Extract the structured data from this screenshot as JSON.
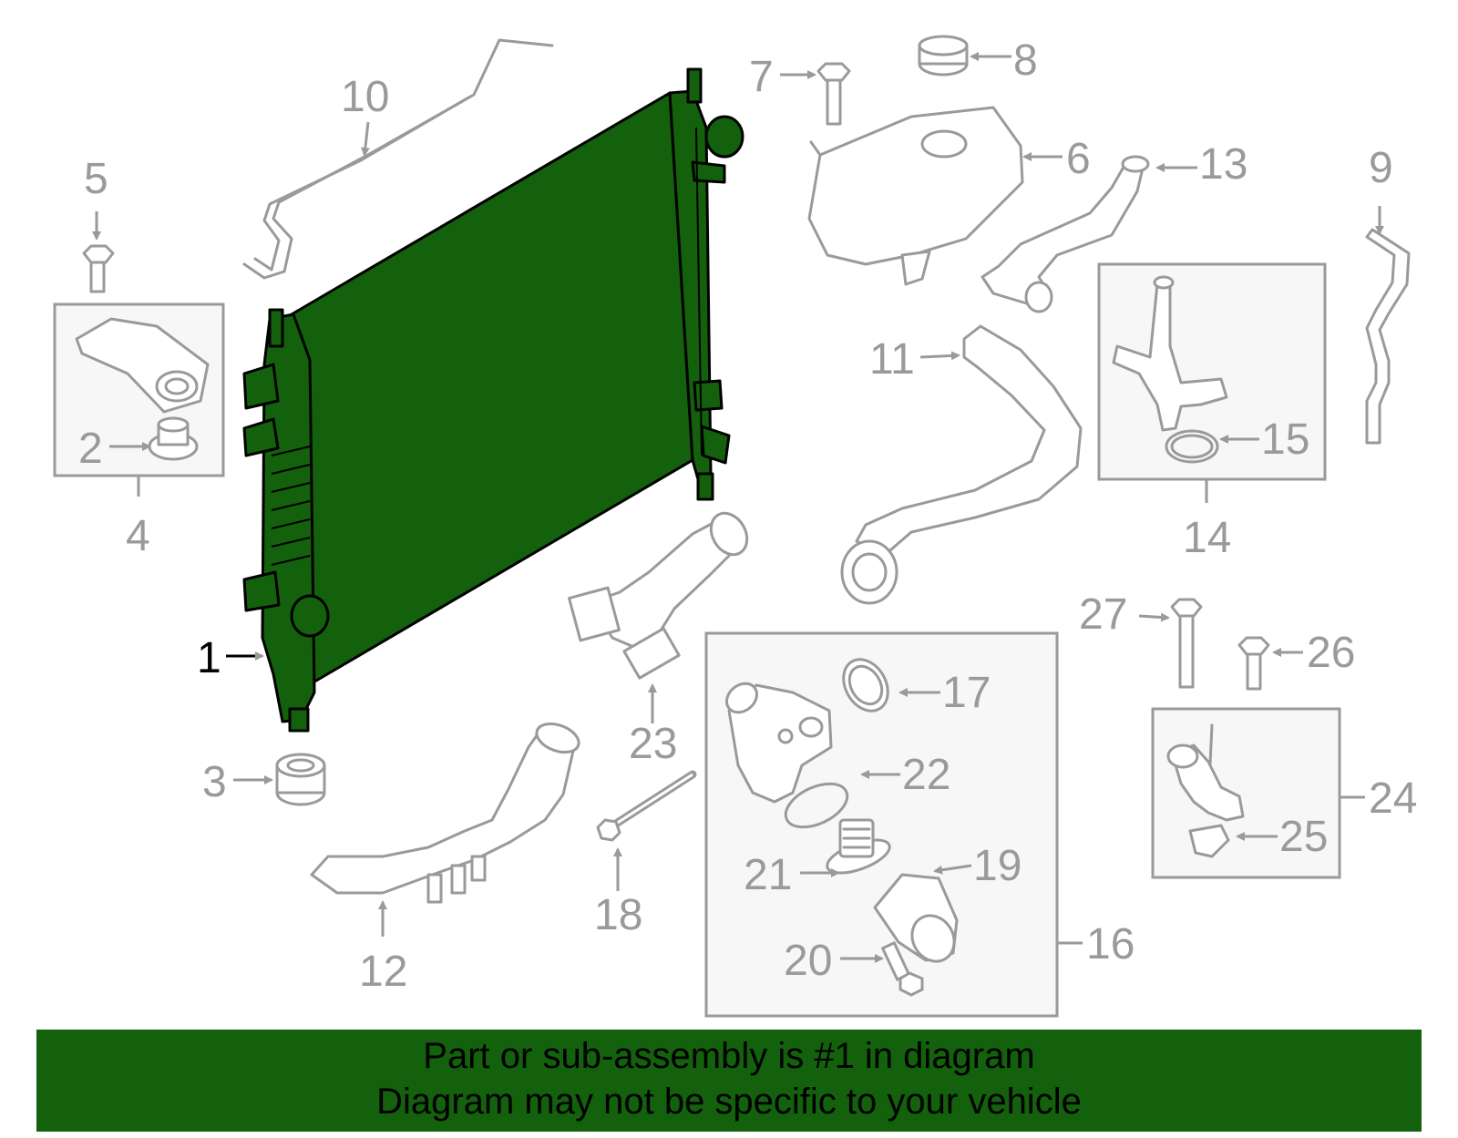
{
  "callouts": [
    "1",
    "2",
    "3",
    "4",
    "5",
    "6",
    "7",
    "8",
    "9",
    "10",
    "11",
    "12",
    "13",
    "14",
    "15",
    "16",
    "17",
    "18",
    "19",
    "20",
    "21",
    "22",
    "23",
    "24",
    "25",
    "26",
    "27"
  ],
  "highlighted_part": "1",
  "colors": {
    "highlight": "#13610c",
    "part_outline": "#9a9a9a",
    "box_fill": "#f7f7f7"
  },
  "banner": {
    "line1": "Part or sub-assembly is #1 in diagram",
    "line2": "Diagram may not be specific to your vehicle"
  }
}
